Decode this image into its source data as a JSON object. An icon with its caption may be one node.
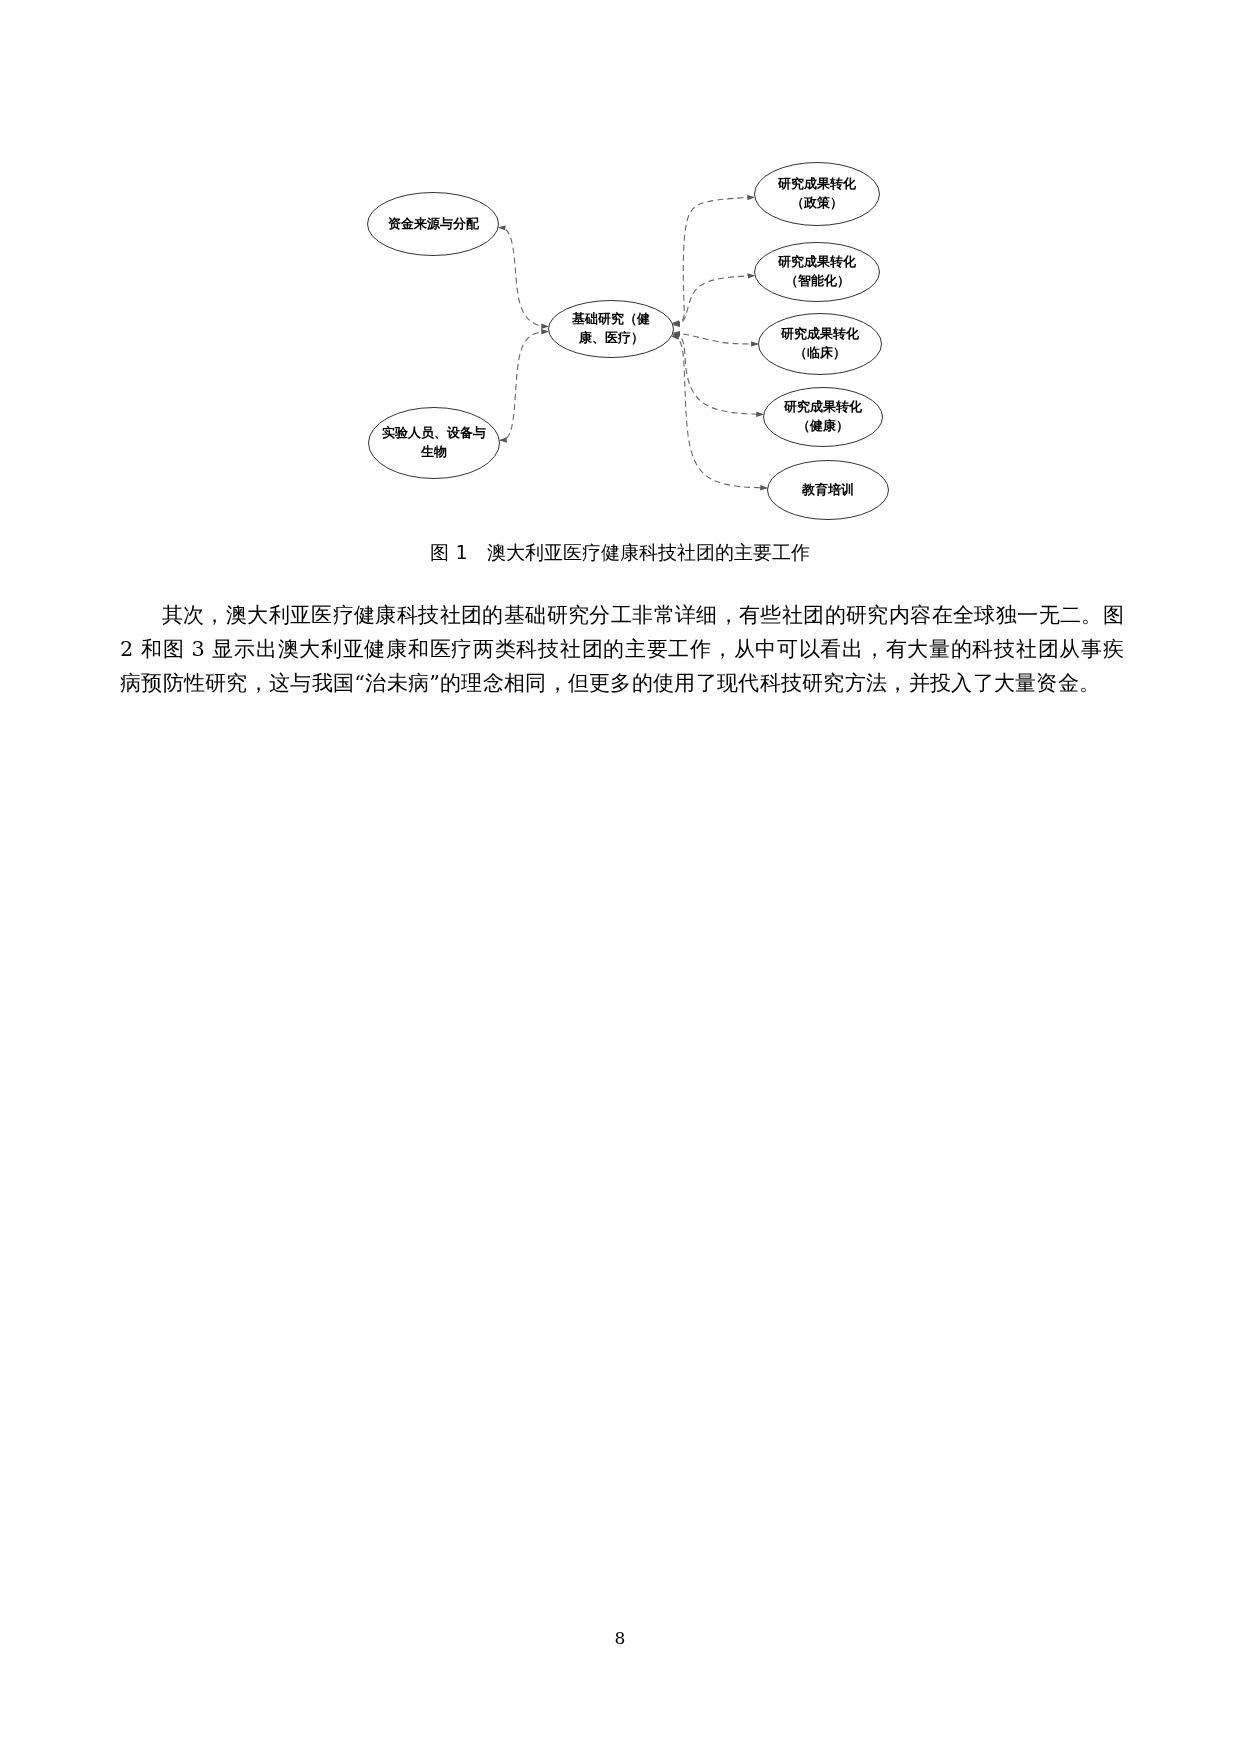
{
  "diagram": {
    "caption": "图 1　澳大利亚医疗健康科技社团的主要工作",
    "nodes": [
      {
        "text": [
          "资金来源与分配"
        ]
      },
      {
        "text": [
          "实验人员、设备与生物"
        ]
      },
      {
        "text": [
          "基础研究（健康、医疗）"
        ]
      },
      {
        "text": [
          "研究成果转化（政策）"
        ]
      },
      {
        "text": [
          "研究成果转化（智能化）"
        ]
      },
      {
        "text": [
          "研究成果转化（临床）"
        ]
      },
      {
        "text": [
          "研究成果转化（健康）"
        ]
      },
      {
        "text": [
          "教育培训"
        ]
      }
    ],
    "edges": [
      {
        "from": 2,
        "to": 0,
        "arrow": "both",
        "style": "dashed"
      },
      {
        "from": 2,
        "to": 1,
        "arrow": "both",
        "style": "dashed"
      },
      {
        "from": 2,
        "to": 3,
        "arrow": "both",
        "style": "dashed"
      },
      {
        "from": 2,
        "to": 4,
        "arrow": "both",
        "style": "dashed"
      },
      {
        "from": 2,
        "to": 5,
        "arrow": "both",
        "style": "dashed"
      },
      {
        "from": 2,
        "to": 6,
        "arrow": "both",
        "style": "dashed"
      },
      {
        "from": 2,
        "to": 7,
        "arrow": "both",
        "style": "dashed"
      }
    ],
    "labels": [
      "其次，澳大利亚医疗健康科技社团的基础研究分工非常详细，有些社团的研究内容在全球独一无二。图 2 和图 3 显示出澳大利亚健康和医疗两类科技社团的主要工作，从中可以看出，有大量的科技社团从事疾病预防性研究，这与我国“治未病”的理念相同，但更多的使用了现代科技研究方法，并投入了大量资金。",
      "8"
    ]
  }
}
